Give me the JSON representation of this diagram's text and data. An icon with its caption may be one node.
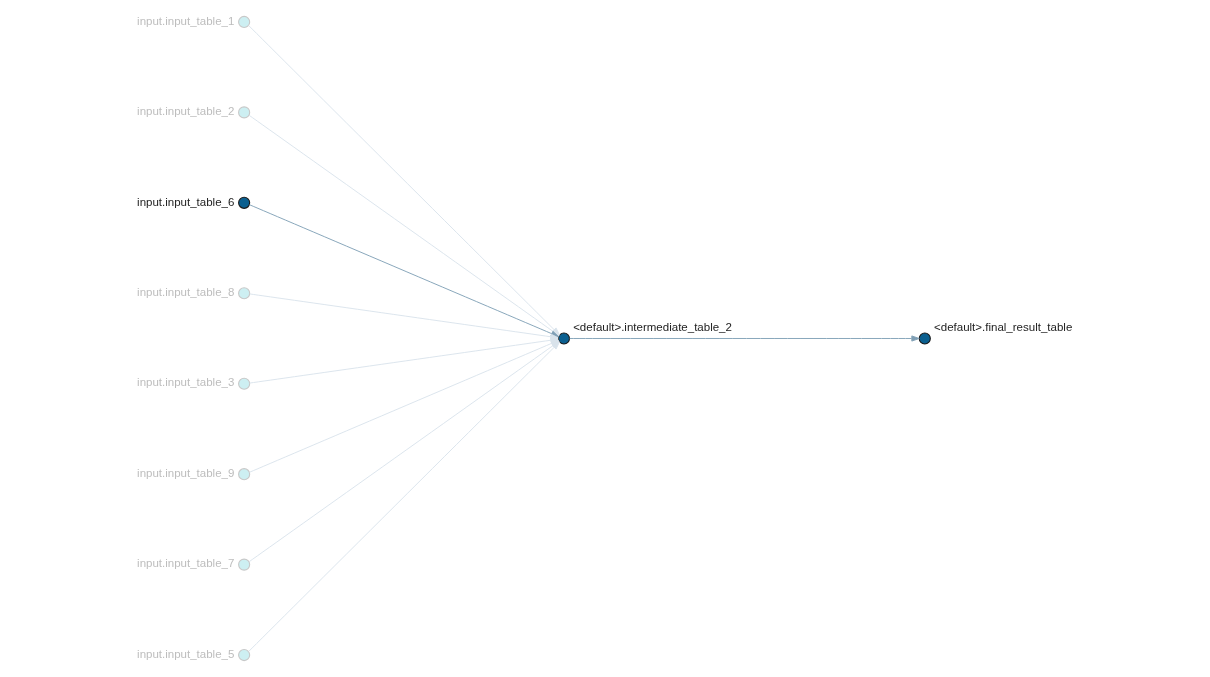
{
  "diagram": {
    "nodes": [
      {
        "text": [],
        "shape": "circle",
        "beside": [
          "input.input_table_1"
        ]
      },
      {
        "text": [],
        "shape": "circle",
        "beside": [
          "input.input_table_2"
        ]
      },
      {
        "text": [],
        "shape": "circle",
        "beside": [
          "input.input_table_6"
        ]
      },
      {
        "text": [],
        "shape": "circle",
        "beside": [
          "input.input_table_8"
        ]
      },
      {
        "text": [],
        "shape": "circle",
        "beside": [
          "input.input_table_3"
        ]
      },
      {
        "text": [],
        "shape": "circle",
        "beside": [
          "input.input_table_9"
        ]
      },
      {
        "text": [],
        "shape": "circle",
        "beside": [
          "input.input_table_7"
        ]
      },
      {
        "text": [],
        "shape": "circle",
        "beside": [
          "input.input_table_5"
        ]
      },
      {
        "text": [],
        "shape": "circle",
        "beside": [
          "<default>.intermediate_table_2"
        ]
      },
      {
        "text": [],
        "shape": "circle",
        "beside": [
          "<default>.final_result_table"
        ]
      }
    ],
    "edges": [
      {
        "from": 0,
        "to": 8,
        "arrow": "to"
      },
      {
        "from": 1,
        "to": 8,
        "arrow": "to"
      },
      {
        "from": 2,
        "to": 8,
        "arrow": "to",
        "color": "#7f9fb5"
      },
      {
        "from": 3,
        "to": 8,
        "arrow": "to"
      },
      {
        "from": 4,
        "to": 8,
        "arrow": "to"
      },
      {
        "from": 5,
        "to": 8,
        "arrow": "to"
      },
      {
        "from": 6,
        "to": 8,
        "arrow": "to"
      },
      {
        "from": 7,
        "to": 8,
        "arrow": "to"
      },
      {
        "from": 8,
        "to": 9,
        "arrow": "to",
        "color": "#7f9fb5"
      }
    ]
  }
}
